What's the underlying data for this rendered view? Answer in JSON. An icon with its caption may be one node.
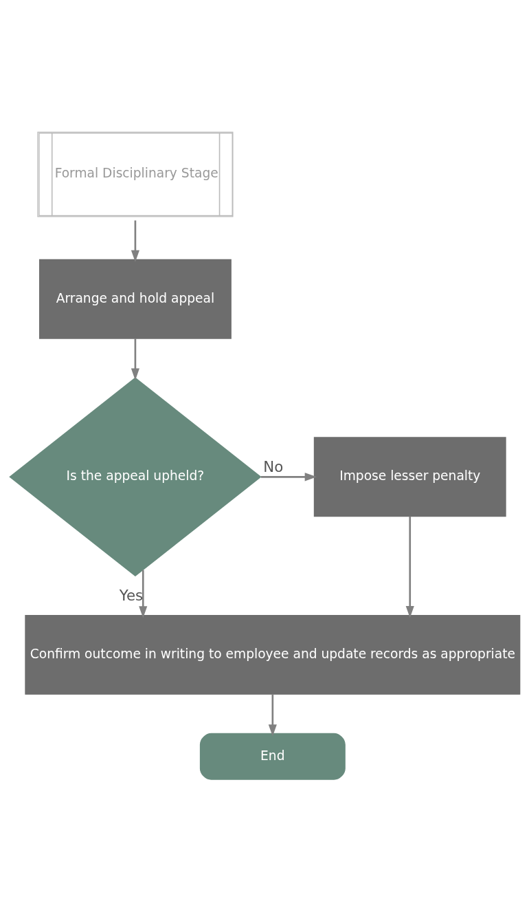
{
  "diagram": {
    "nodes": [
      {
        "text": [
          "Formal Disciplinary Stage"
        ]
      },
      {
        "text": [
          "Arrange and hold appeal"
        ]
      },
      {
        "text": [
          "Is the appeal upheld?"
        ]
      },
      {
        "text": [
          "Impose lesser penalty"
        ]
      },
      {
        "text": [
          "Confirm outcome in writing to employee and update records as appropriate"
        ]
      },
      {
        "text": [
          "End"
        ]
      }
    ],
    "edges": [
      {
        "from": 0,
        "to": 1,
        "arrow": "to"
      },
      {
        "from": 1,
        "to": 2,
        "arrow": "to"
      },
      {
        "from": 2,
        "to": 3,
        "arrow": "to",
        "label": "No"
      },
      {
        "from": 2,
        "to": 4,
        "arrow": "to",
        "label": "Yes"
      },
      {
        "from": 3,
        "to": 4,
        "arrow": "to"
      },
      {
        "from": 4,
        "to": 5,
        "arrow": "to"
      }
    ]
  }
}
